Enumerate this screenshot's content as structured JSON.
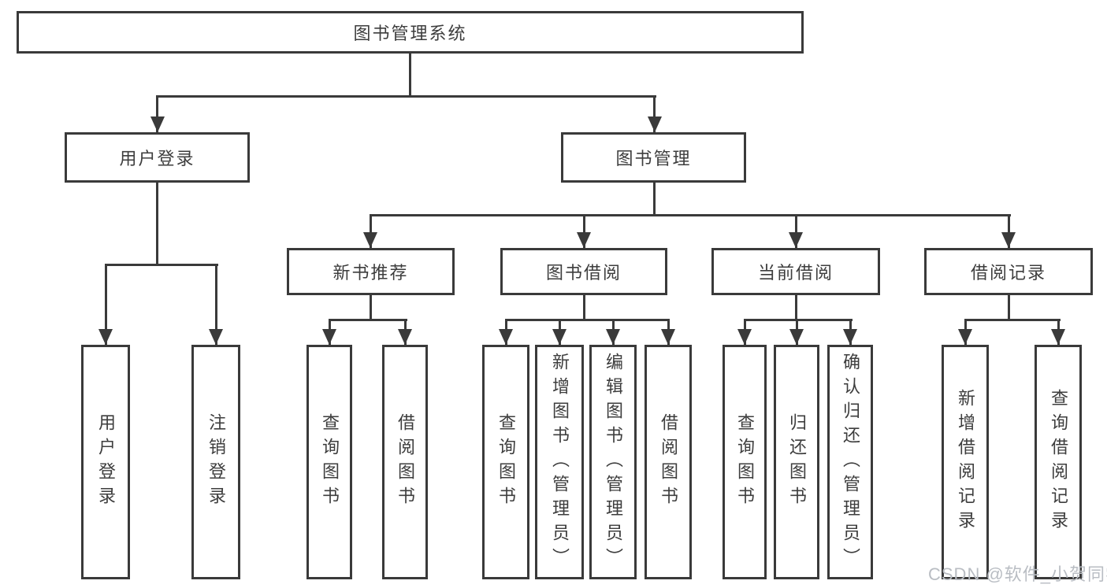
{
  "diagram": {
    "type": "hierarchy-tree",
    "watermark": "CSDN @软件_小贺同学",
    "colors": {
      "line": "#3a3a3a",
      "box_border": "#3a3a3a",
      "text": "#3d3d3d",
      "watermark": "#b9bdc3",
      "background": "#ffffff"
    }
  },
  "tree": {
    "label": "图书管理系统",
    "children": [
      {
        "label": "用户登录",
        "children": [
          {
            "label": "用户登录"
          },
          {
            "label": "注销登录"
          }
        ]
      },
      {
        "label": "图书管理",
        "children": [
          {
            "label": "新书推荐",
            "children": [
              {
                "label": "查询图书"
              },
              {
                "label": "借阅图书"
              }
            ]
          },
          {
            "label": "图书借阅",
            "children": [
              {
                "label": "查询图书"
              },
              {
                "label": "新增图书（管理员）"
              },
              {
                "label": "编辑图书（管理员）"
              },
              {
                "label": "借阅图书"
              }
            ]
          },
          {
            "label": "当前借阅",
            "children": [
              {
                "label": "查询图书"
              },
              {
                "label": "归还图书"
              },
              {
                "label": "确认归还（管理员）"
              }
            ]
          },
          {
            "label": "借阅记录",
            "children": [
              {
                "label": "新增借阅记录"
              },
              {
                "label": "查询借阅记录"
              }
            ]
          }
        ]
      }
    ]
  }
}
